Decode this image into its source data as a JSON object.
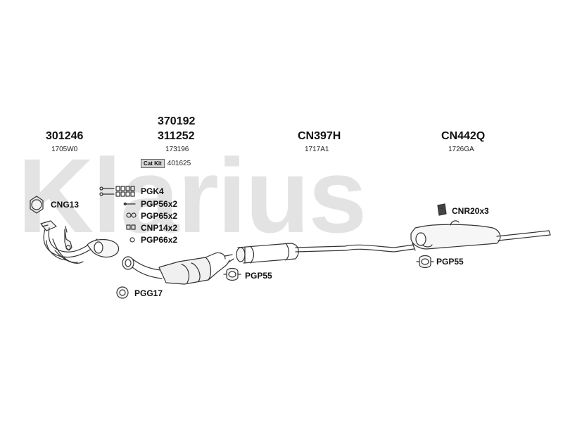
{
  "watermark": "Klarius",
  "parts": {
    "downpipe": {
      "number": "301246",
      "ref": "1705W0"
    },
    "catalyst": {
      "number_top": "370192",
      "number": "311252",
      "ref": "173196",
      "catkit_label": "Cat Kit",
      "catkit_number": "401625"
    },
    "centre_box": {
      "number": "CN397H",
      "ref": "1717A1"
    },
    "rear_box": {
      "number": "CN442Q",
      "ref": "1726GA"
    }
  },
  "callouts": {
    "cng13": "CNG13",
    "pgk4": "PGK4",
    "pgp56": "PGP56x2",
    "pgp65": "PGP65x2",
    "cnp14": "CNP14x2",
    "pgp66": "PGP66x2",
    "pgg17": "PGG17",
    "pgp55_mid": "PGP55",
    "cnr20": "CNR20x3",
    "pgp55_rear": "PGP55"
  }
}
